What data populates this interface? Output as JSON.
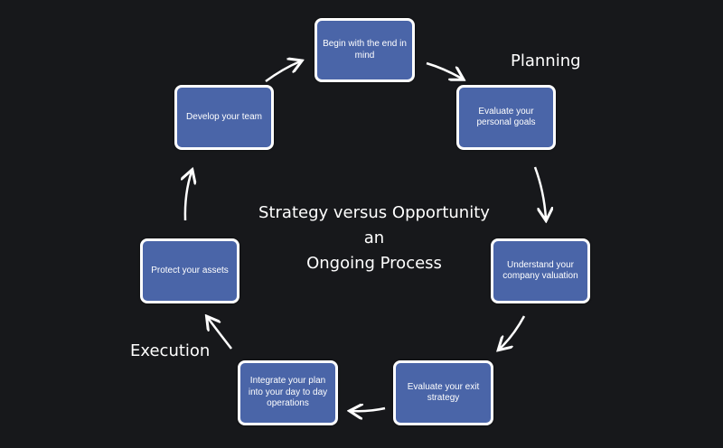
{
  "diagram": {
    "center_title": [
      "Strategy versus Opportunity",
      "an",
      "Ongoing Process"
    ],
    "phase_labels": {
      "planning": "Planning",
      "execution": "Execution"
    },
    "steps": [
      "Begin with the end in mind",
      "Evaluate your personal goals",
      "Understand your company valuation",
      "Evaluate your exit strategy",
      "Integrate your plan into your day to day operations",
      "Protect your assets",
      "Develop your team"
    ],
    "colors": {
      "background": "#17181b",
      "box_fill": "#4a65a8",
      "box_border": "#ffffff",
      "text": "#ffffff"
    }
  }
}
